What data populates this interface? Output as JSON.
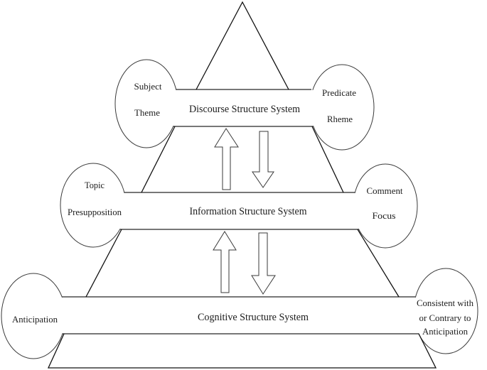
{
  "diagram": {
    "levels": [
      {
        "name": "Discourse Structure System",
        "left": [
          "Subject",
          "Theme"
        ],
        "right": [
          "Predicate",
          "Rheme"
        ]
      },
      {
        "name": "Information Structure System",
        "left": [
          "Topic",
          "Presupposition"
        ],
        "right": [
          "Comment",
          "Focus"
        ]
      },
      {
        "name": "Cognitive Structure System",
        "left": [
          "Anticipation"
        ],
        "right": [
          "Consistent with",
          "or Contrary to",
          "Anticipation"
        ]
      }
    ],
    "arrows": [
      {
        "between": [
          "Information Structure System",
          "Discourse Structure System"
        ],
        "directions": [
          "up",
          "down"
        ]
      },
      {
        "between": [
          "Cognitive Structure System",
          "Information Structure System"
        ],
        "directions": [
          "up",
          "down"
        ]
      }
    ]
  }
}
